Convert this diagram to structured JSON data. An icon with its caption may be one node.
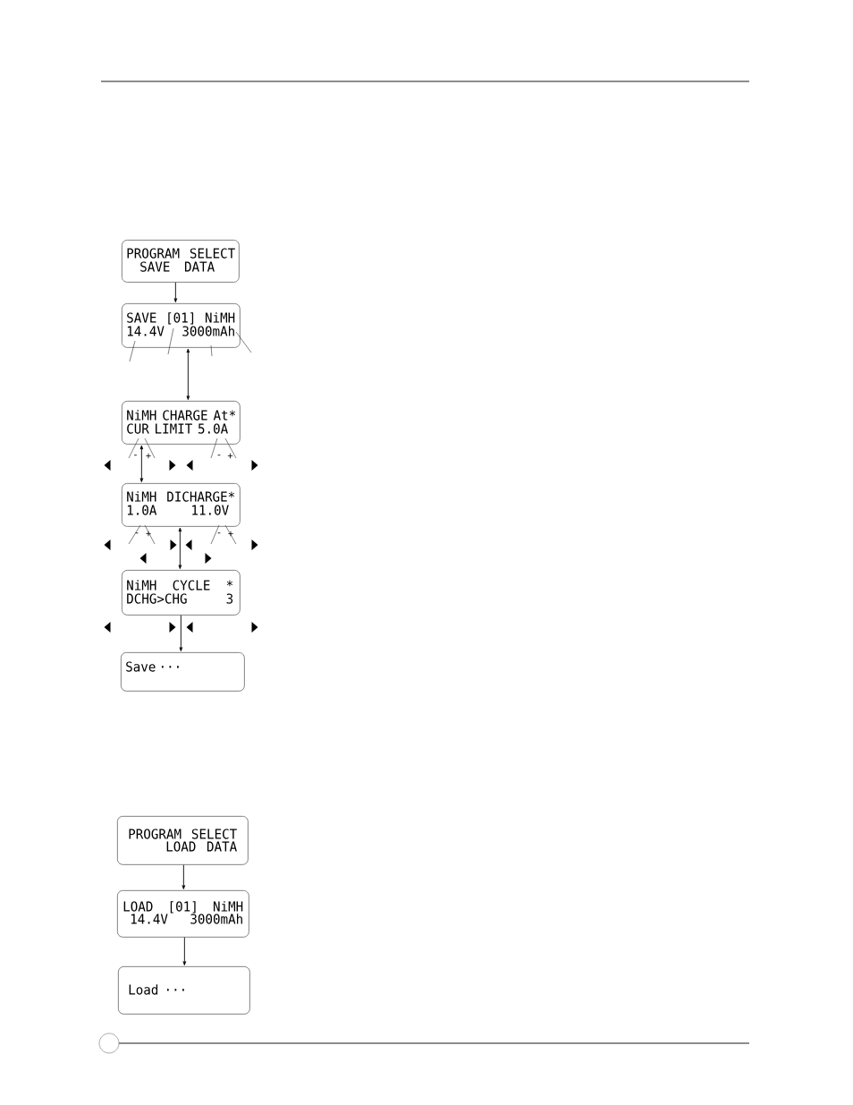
{
  "diagram": {
    "nodes": [
      {
        "text": [
          "PROGRAM SELECT",
          "SAVE DATA"
        ]
      },
      {
        "text": [
          "SAVE [01] NiMH",
          "14.4V 3000mAh"
        ]
      },
      {
        "text": [
          "NiMH CHARGE At*",
          "CUR LIMIT 5.0A"
        ],
        "beside": [
          "-",
          "+",
          "-",
          "+"
        ]
      },
      {
        "text": [
          "NiMH DICHARGE*",
          "1.0A 11.0V"
        ],
        "beside": [
          "-",
          "+",
          "-",
          "+"
        ]
      },
      {
        "text": [
          "NiMH CYCLE *",
          "DCHG>CHG 3"
        ]
      },
      {
        "text": [
          "Save ···"
        ]
      },
      {
        "text": [
          "PROGRAM SELECT",
          "LOAD DATA"
        ]
      },
      {
        "text": [
          "LOAD [01] NiMH",
          "14.4V 3000mAh"
        ]
      },
      {
        "text": [
          "Load ···"
        ]
      }
    ],
    "edges": [
      {
        "from": 0,
        "to": 1,
        "arrow": "to"
      },
      {
        "from": 1,
        "to": 2,
        "arrow": "both"
      },
      {
        "from": 2,
        "to": 3,
        "arrow": "both"
      },
      {
        "from": 3,
        "to": 4,
        "arrow": "both"
      },
      {
        "from": 4,
        "to": 5,
        "arrow": "to"
      },
      {
        "from": 6,
        "to": 7,
        "arrow": "to"
      },
      {
        "from": 7,
        "to": 8,
        "arrow": "to"
      },
      {
        "from": 1,
        "to": null,
        "arrow": "none"
      },
      {
        "from": 1,
        "to": null,
        "arrow": "none"
      },
      {
        "from": 1,
        "to": null,
        "arrow": "none"
      },
      {
        "from": 1,
        "to": null,
        "arrow": "none"
      }
    ]
  }
}
